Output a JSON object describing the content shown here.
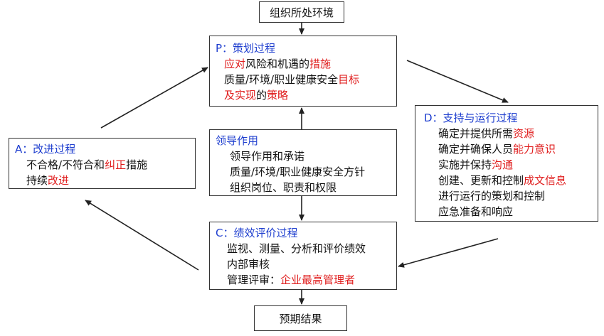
{
  "colors": {
    "red": "#e01e1e",
    "blue": "#1f3fcf",
    "line": "#222222"
  },
  "env_box": {
    "label": "组织所处环境"
  },
  "result_box": {
    "label": "预期结果"
  },
  "plan_box": {
    "title": "P：策划过程",
    "line1": {
      "red1": "应对",
      "text1": "风险和机遇的",
      "red2": "措施"
    },
    "line2": {
      "text1": "质量/环境/职业健康安全",
      "red1": "目标"
    },
    "line3": {
      "red1": "及实现",
      "text1": "的",
      "red2": "策略"
    }
  },
  "leadership_box": {
    "title": "领导作用",
    "line1": "领导作用和承诺",
    "line2": "质量/环境/职业健康安全方针",
    "line3": "组织岗位、职责和权限"
  },
  "do_box": {
    "title": "D：支持与运行过程",
    "line1": {
      "text1": "确定并提供所需",
      "red1": "资源"
    },
    "line2": {
      "text1": "确定并确保人员",
      "red1": "能力意识"
    },
    "line3": {
      "text1": "实施并保持",
      "red1": "沟通"
    },
    "line4": {
      "text1": "创建、更新和控制",
      "red1": "成文信息"
    },
    "line5": "进行运行的策划和控制",
    "line6": "应急准备和响应"
  },
  "act_box": {
    "title": "A：改进过程",
    "line1": {
      "text1": "不合格/不符合和",
      "red1": "纠正",
      "text2": "措施"
    },
    "line2": {
      "text1": "持续",
      "red1": "改进"
    }
  },
  "check_box": {
    "title": "C：绩效评价过程",
    "line1": "监视、测量、分析和评价绩效",
    "line2": "内部审核",
    "line3": {
      "text1": "管理评审：",
      "red1": "企业最高管理者"
    }
  }
}
